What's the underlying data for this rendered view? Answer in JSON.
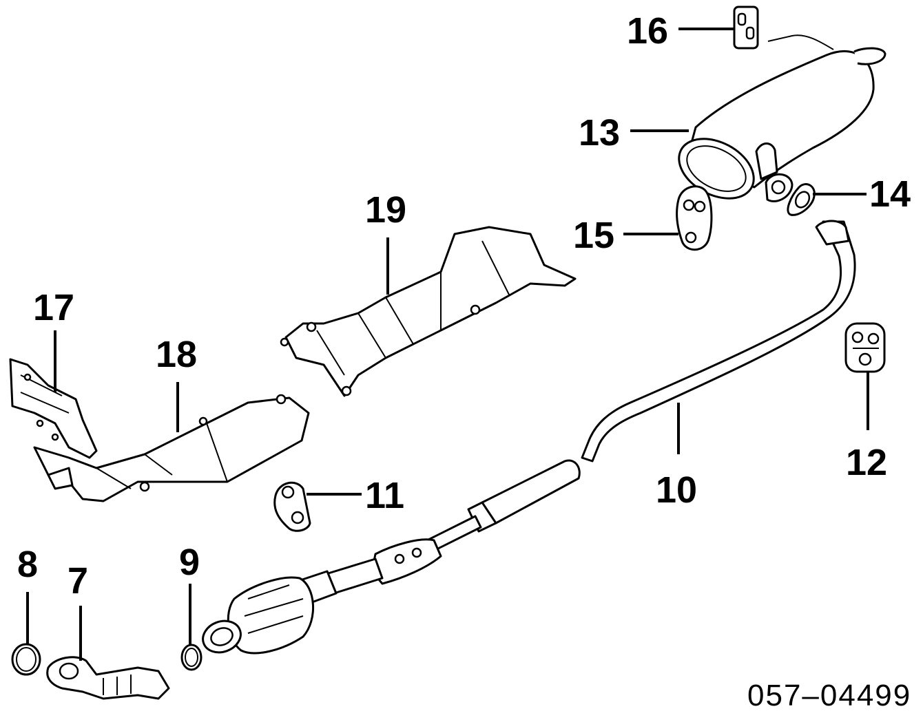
{
  "diagram": {
    "callouts": {
      "p7": "7",
      "p8": "8",
      "p9": "9",
      "p10": "10",
      "p11": "11",
      "p12": "12",
      "p13": "13",
      "p14": "14",
      "p15": "15",
      "p16": "16",
      "p17": "17",
      "p18": "18",
      "p19": "19"
    },
    "drawing_code": "057–04499"
  }
}
